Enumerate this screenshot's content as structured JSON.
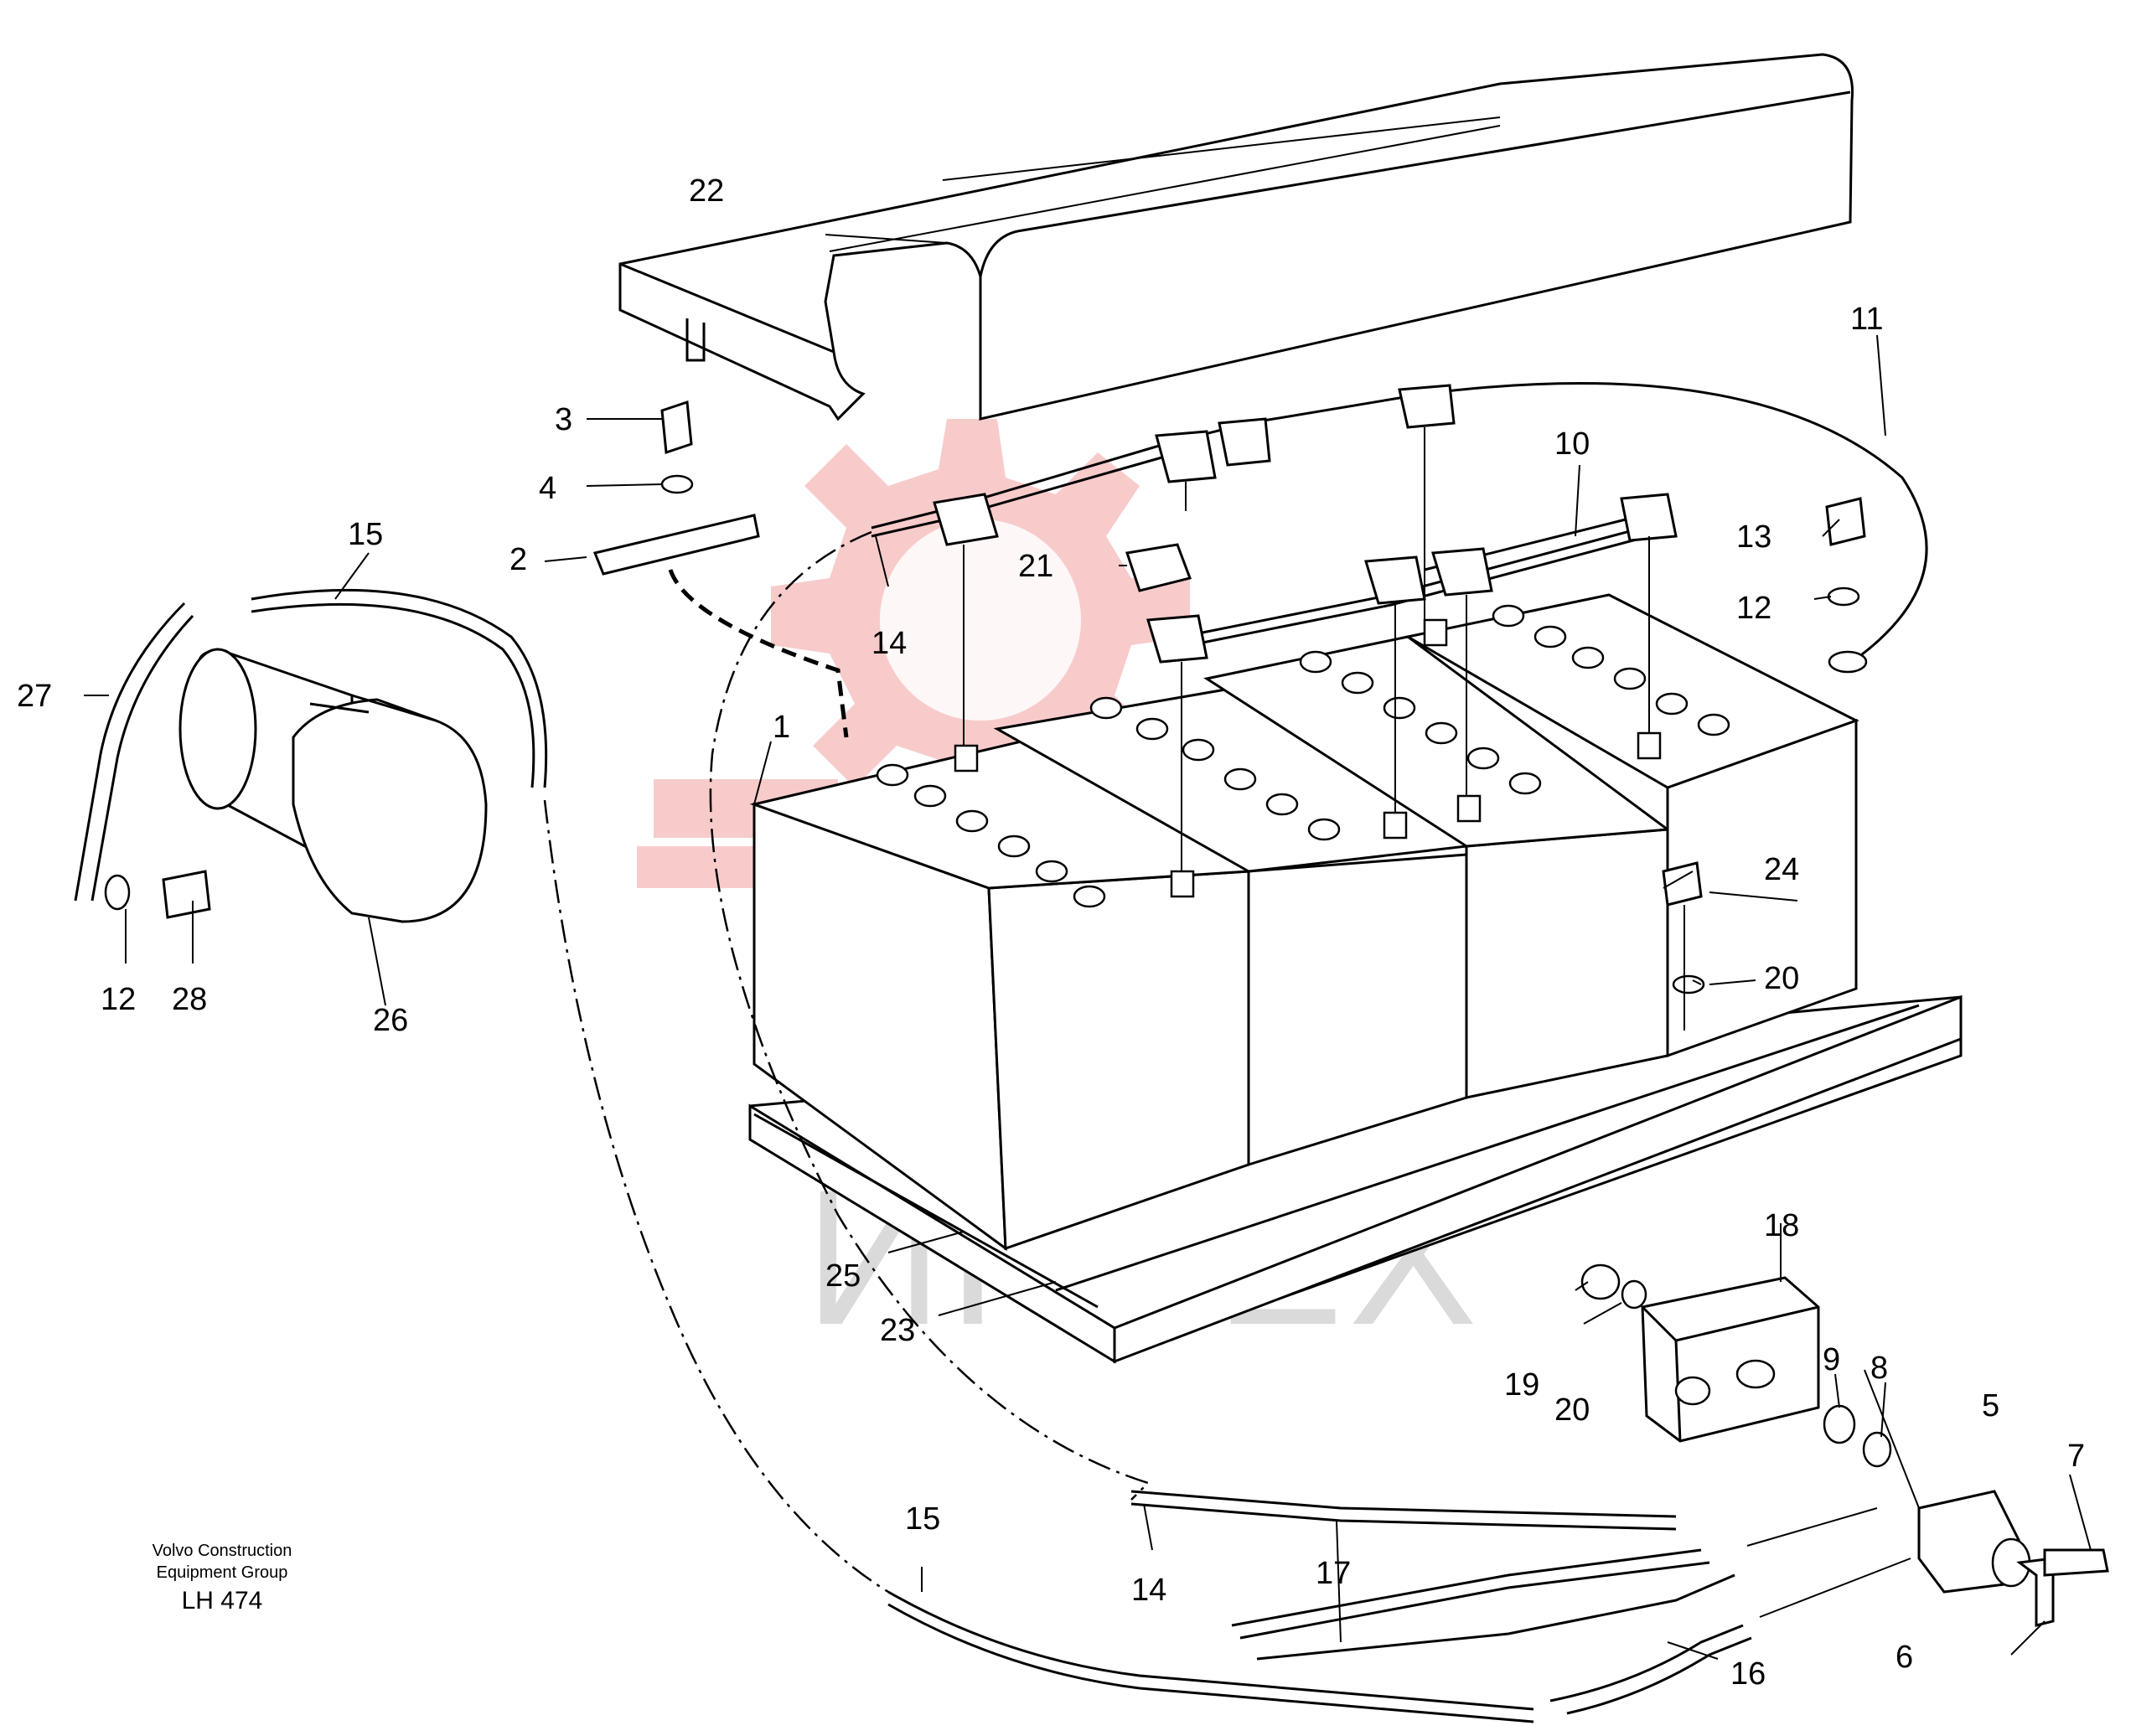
{
  "diagram": {
    "part_labels": [
      {
        "id": "1",
        "text": "1"
      },
      {
        "id": "2",
        "text": "2"
      },
      {
        "id": "3",
        "text": "3"
      },
      {
        "id": "4",
        "text": "4"
      },
      {
        "id": "5",
        "text": "5"
      },
      {
        "id": "6",
        "text": "6"
      },
      {
        "id": "7",
        "text": "7"
      },
      {
        "id": "8",
        "text": "8"
      },
      {
        "id": "9",
        "text": "9"
      },
      {
        "id": "10",
        "text": "10"
      },
      {
        "id": "11",
        "text": "11"
      },
      {
        "id": "12a",
        "text": "12"
      },
      {
        "id": "12b",
        "text": "12"
      },
      {
        "id": "13",
        "text": "13"
      },
      {
        "id": "14a",
        "text": "14"
      },
      {
        "id": "14b",
        "text": "14"
      },
      {
        "id": "15a",
        "text": "15"
      },
      {
        "id": "15b",
        "text": "15"
      },
      {
        "id": "16",
        "text": "16"
      },
      {
        "id": "17",
        "text": "17"
      },
      {
        "id": "18",
        "text": "18"
      },
      {
        "id": "19",
        "text": "19"
      },
      {
        "id": "20a",
        "text": "20"
      },
      {
        "id": "20b",
        "text": "20"
      },
      {
        "id": "21",
        "text": "21"
      },
      {
        "id": "22",
        "text": "22"
      },
      {
        "id": "23",
        "text": "23"
      },
      {
        "id": "24",
        "text": "24"
      },
      {
        "id": "25",
        "text": "25"
      },
      {
        "id": "26",
        "text": "26"
      },
      {
        "id": "27",
        "text": "27"
      },
      {
        "id": "28",
        "text": "28"
      }
    ]
  },
  "credit": {
    "line1": "Volvo Construction",
    "line2": "Equipment Group",
    "code": "LH 474"
  },
  "watermark": {
    "text": "ИНТЕХ"
  }
}
